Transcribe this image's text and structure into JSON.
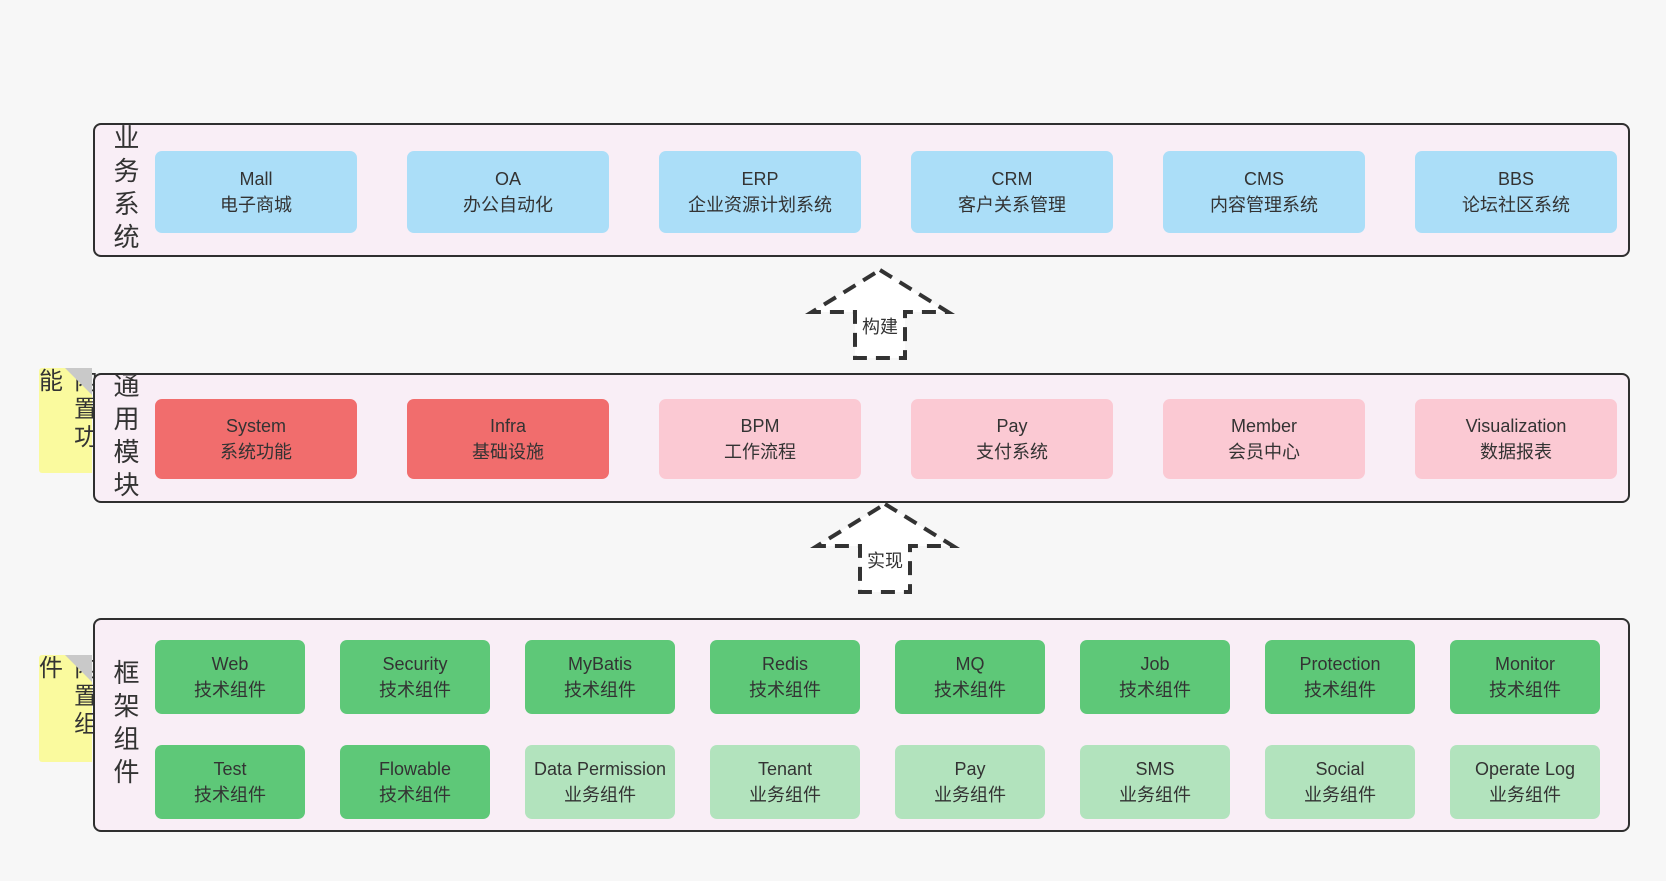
{
  "colors": {
    "page_bg": "#f7f7f7",
    "container_bg": "#f9eef6",
    "container_border": "#2f2f2f",
    "business_box": "#abdef8",
    "core_module_box": "#f16d6d",
    "optional_module_box": "#fbc9d3",
    "tech_component_box": "#5ec878",
    "biz_component_box": "#b2e3bd",
    "note_bg": "#fafa9e",
    "note_fold": "#c9c9c9",
    "text": "#333333"
  },
  "business": {
    "label": "业务系统",
    "boxes": [
      {
        "en": "Mall",
        "zh": "电子商城"
      },
      {
        "en": "OA",
        "zh": "办公自动化"
      },
      {
        "en": "ERP",
        "zh": "企业资源计划系统"
      },
      {
        "en": "CRM",
        "zh": "客户关系管理"
      },
      {
        "en": "CMS",
        "zh": "内容管理系统"
      },
      {
        "en": "BBS",
        "zh": "论坛社区系统"
      }
    ]
  },
  "arrow_build": {
    "label": "构建"
  },
  "common": {
    "note": "内置功能",
    "label": "通用模块",
    "boxes": [
      {
        "en": "System",
        "zh": "系统功能"
      },
      {
        "en": "Infra",
        "zh": "基础设施"
      },
      {
        "en": "BPM",
        "zh": "工作流程"
      },
      {
        "en": "Pay",
        "zh": "支付系统"
      },
      {
        "en": "Member",
        "zh": "会员中心"
      },
      {
        "en": "Visualization",
        "zh": "数据报表"
      }
    ]
  },
  "arrow_implement": {
    "label": "实现"
  },
  "framework": {
    "note": "内置组件",
    "label": "框架组件",
    "row1": [
      {
        "en": "Web",
        "zh": "技术组件"
      },
      {
        "en": "Security",
        "zh": "技术组件"
      },
      {
        "en": "MyBatis",
        "zh": "技术组件"
      },
      {
        "en": "Redis",
        "zh": "技术组件"
      },
      {
        "en": "MQ",
        "zh": "技术组件"
      },
      {
        "en": "Job",
        "zh": "技术组件"
      },
      {
        "en": "Protection",
        "zh": "技术组件"
      },
      {
        "en": "Monitor",
        "zh": "技术组件"
      }
    ],
    "row2": [
      {
        "en": "Test",
        "zh": "技术组件"
      },
      {
        "en": "Flowable",
        "zh": "技术组件"
      },
      {
        "en": "Data Permission",
        "zh": "业务组件"
      },
      {
        "en": "Tenant",
        "zh": "业务组件"
      },
      {
        "en": "Pay",
        "zh": "业务组件"
      },
      {
        "en": "SMS",
        "zh": "业务组件"
      },
      {
        "en": "Social",
        "zh": "业务组件"
      },
      {
        "en": "Operate Log",
        "zh": "业务组件"
      }
    ]
  }
}
